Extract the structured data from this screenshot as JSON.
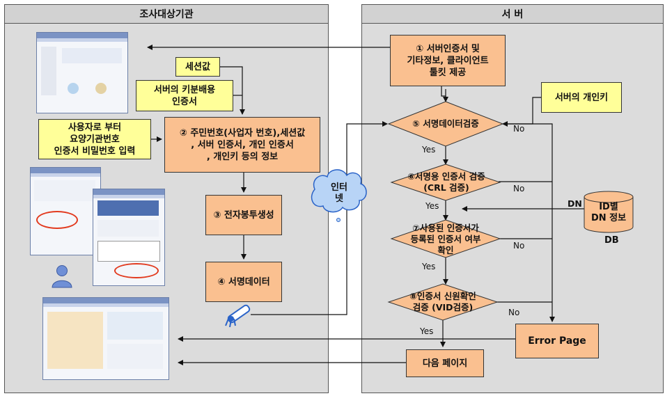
{
  "panels": {
    "left_title": "조사대상기관",
    "right_title": "서 버"
  },
  "left": {
    "session_value": "세션값",
    "server_cert": "서버의 키분배용\n인증서",
    "user_input": "사용자로 부터\n요양기관번호\n인증서 비밀번호 입력",
    "step2": "② 주민번호(사업자 번호),세션값\n, 서버 인증서, 개인 인증서\n, 개인키 등의 정보",
    "step3": "③ 전자봉투생성",
    "step4": "④ 서명데이터"
  },
  "internet": "인터\n넷",
  "right": {
    "step1": "① 서버인증서 및\n기타정보, 클라이언트\n툴킷 제공",
    "private_key": "서버의 개인키",
    "step5": "⑤ 서명데이터검증",
    "step6": "⑥서명용 인증서 검증\n(CRL 검증)",
    "step7": "⑦사용된 인증서가\n등록된 인증서 여부\n확인",
    "step8": "⑧인증서 신원확인\n검증 (VID검증)",
    "error_page": "Error Page",
    "next_page": "다음 페이지",
    "db_label": "ID별\nDN 정보",
    "db_caption": "DB",
    "dn_label": "DN",
    "yes": "Yes",
    "no": "No"
  }
}
